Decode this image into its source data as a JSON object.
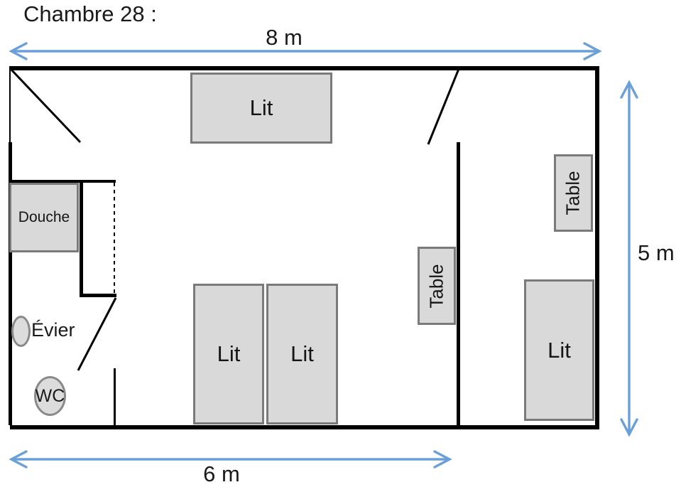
{
  "title": "Chambre 28 :",
  "dimensions": {
    "width_top": "8 m",
    "height_right": "5 m",
    "width_bottom": "6 m"
  },
  "furniture": {
    "bed_top": "Lit",
    "bed_pair_left": "Lit",
    "bed_pair_right": "Lit",
    "bed_right": "Lit",
    "table_center": "Table",
    "table_right": "Table",
    "shower": "Douche",
    "sink": "Évier",
    "toilet": "WC"
  },
  "colors": {
    "arrow_blue": "#6a9fd8",
    "furniture_fill": "#d9d9d9",
    "furniture_border": "#7a7a7a",
    "wall": "#000000"
  }
}
